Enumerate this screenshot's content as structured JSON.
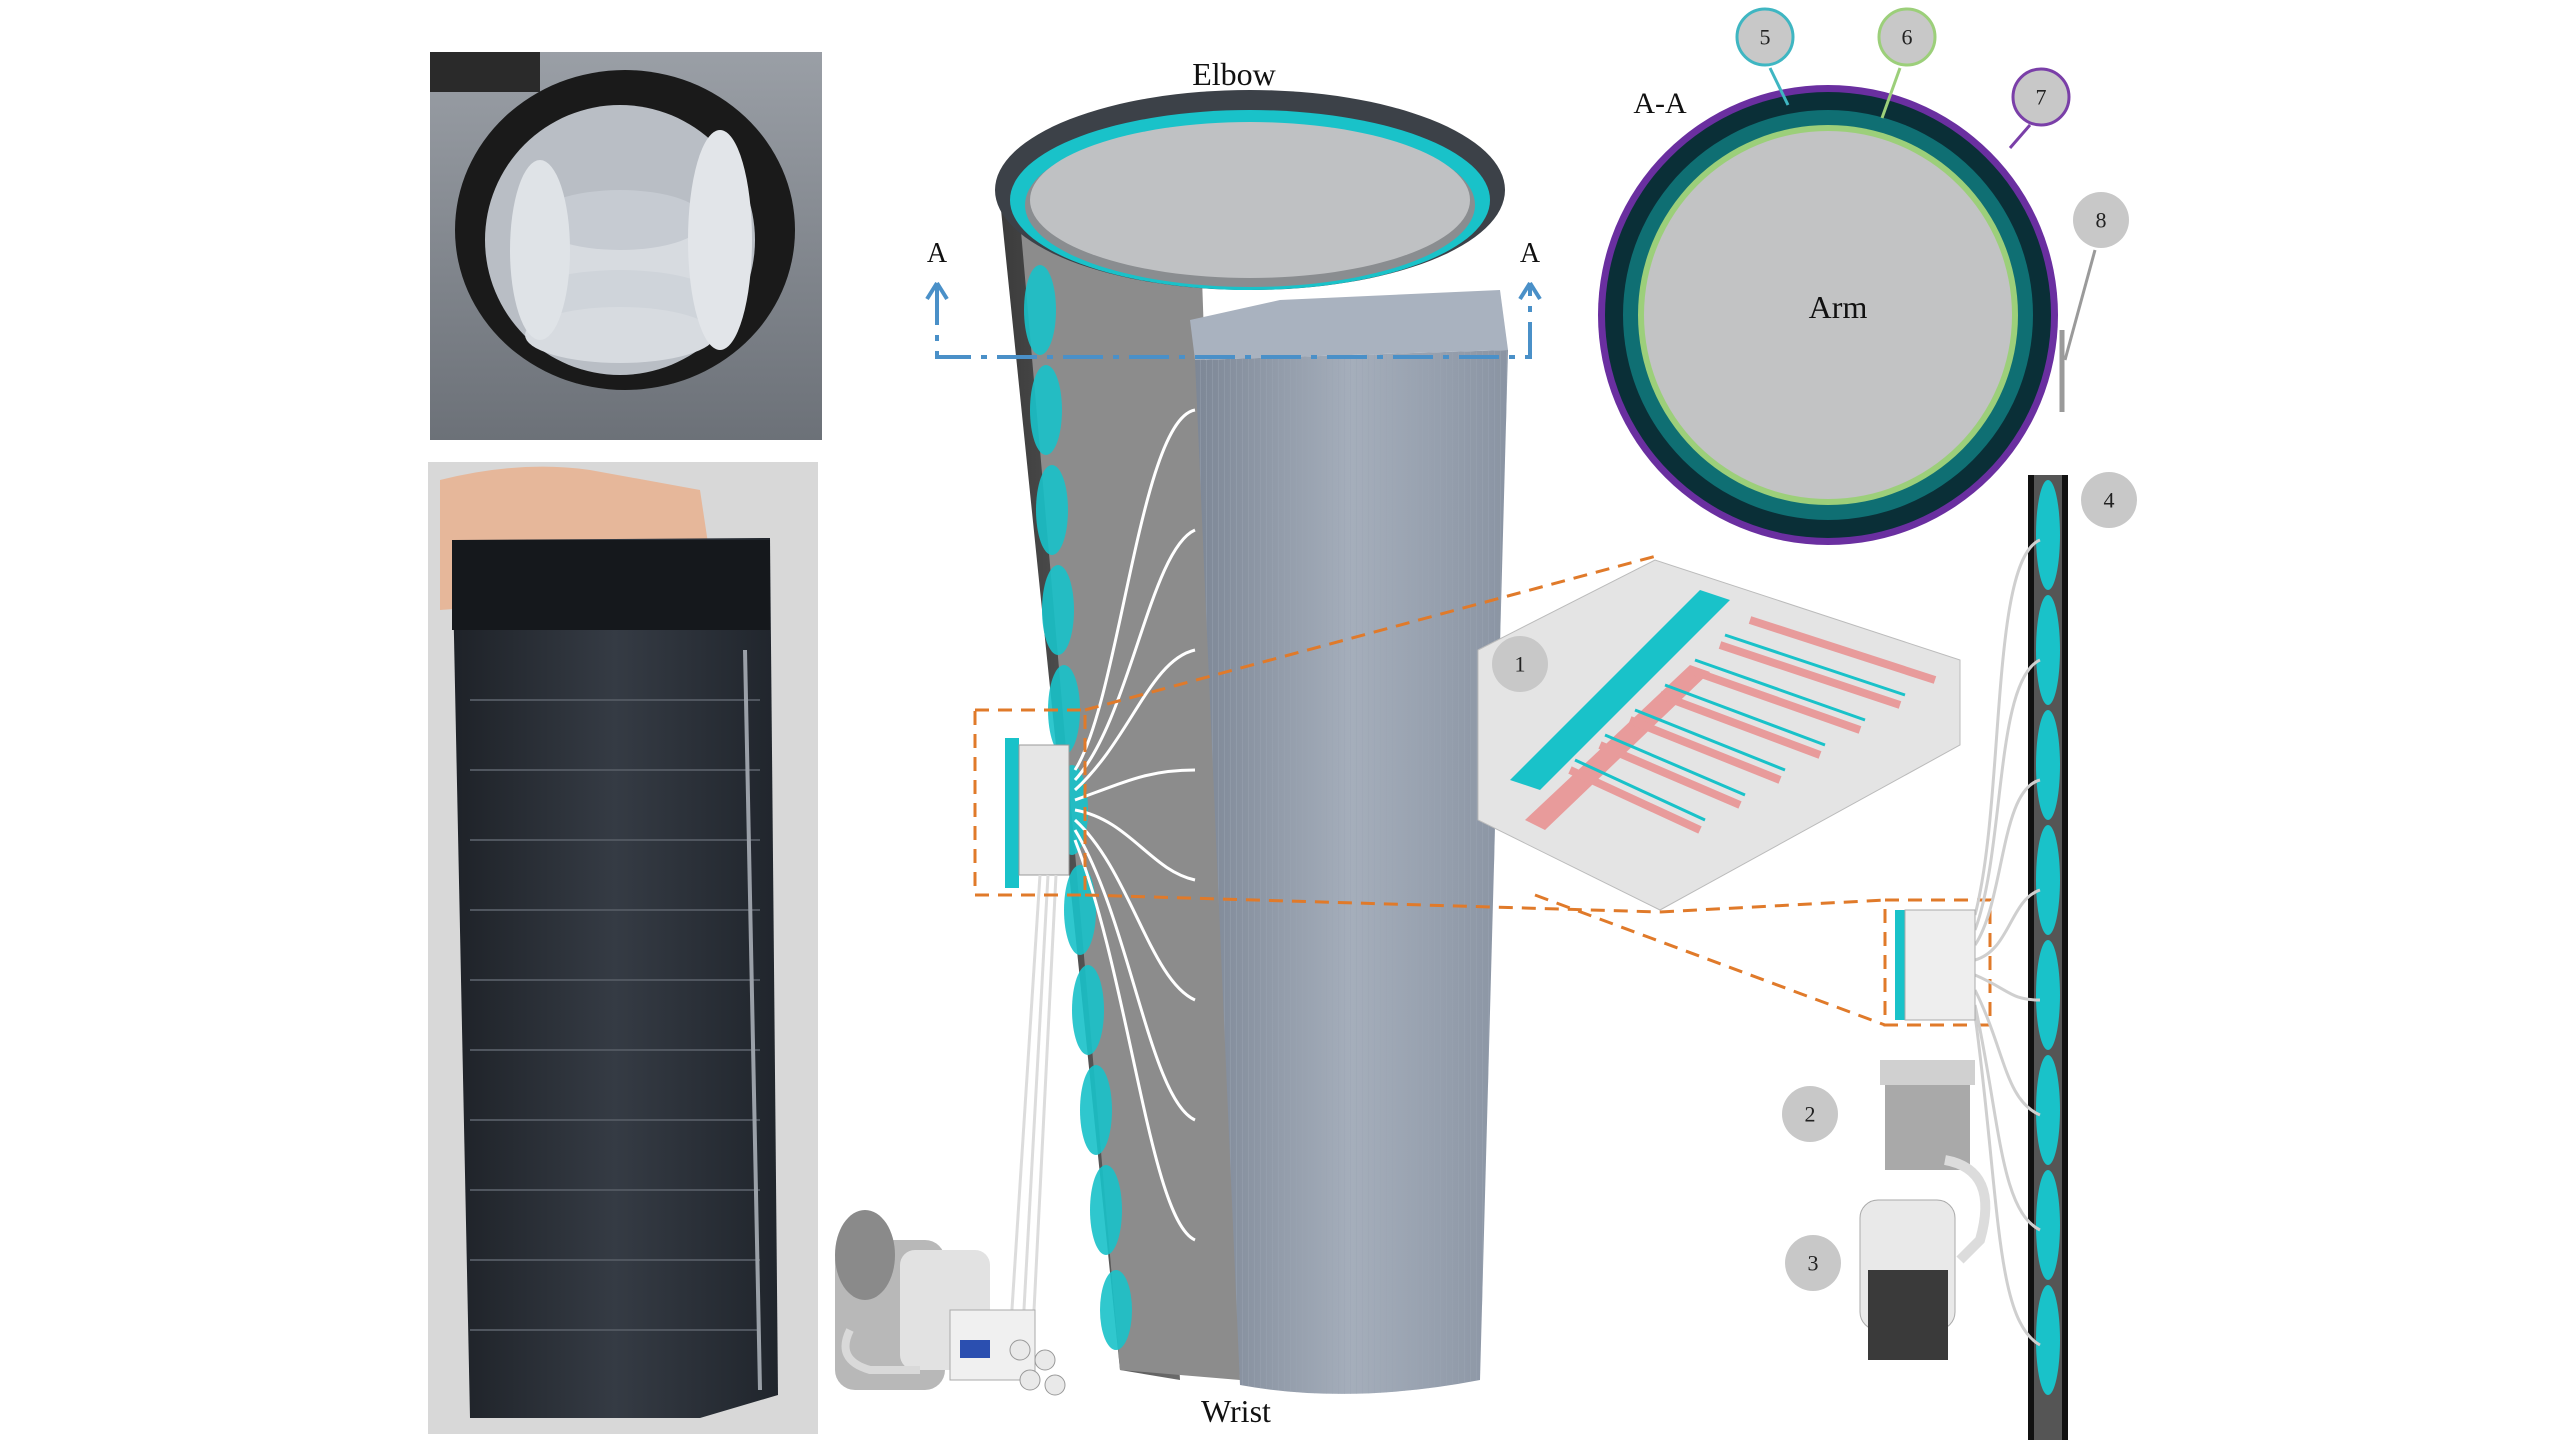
{
  "labels": {
    "elbow": "Elbow",
    "wrist": "Wrist",
    "arm": "Arm",
    "section": "A-A",
    "section_left": "A",
    "section_right": "A"
  },
  "callouts": [
    "1",
    "2",
    "3",
    "4",
    "5",
    "6",
    "7",
    "8"
  ],
  "colors": {
    "bladder_cyan": "#19c2c9",
    "sleeve_grey": "#8e9aaa",
    "dark_sleeve": "#5a5a5a",
    "callout_fill": "#c8c8c8",
    "callout5_ring": "#3fb6c2",
    "callout6_ring": "#9ccf7a",
    "callout7_ring": "#7a3fa8",
    "outer_ring": "#6a2fa0",
    "section_arrow": "#4a90c8",
    "detail_dash": "#e07a2a",
    "manifold_pink": "#e89b9b"
  },
  "icons": {
    "photo_inside": "sleeve-interior-photo",
    "photo_worn": "sleeve-worn-photo",
    "pump": "pump-motor-icon",
    "valve": "valve-block-icon"
  }
}
